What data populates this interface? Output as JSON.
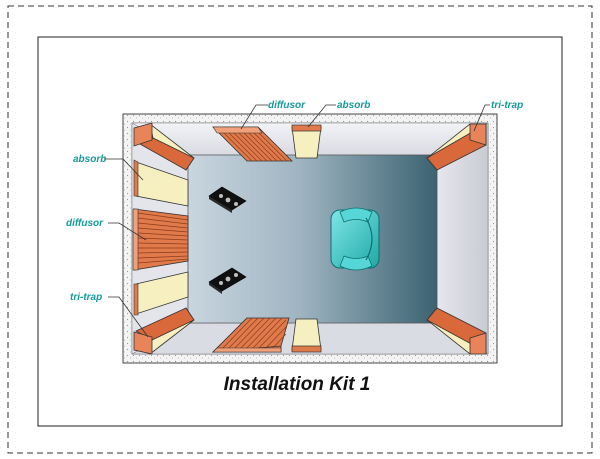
{
  "title": "Installation Kit 1",
  "labels": {
    "diffusor_top": "diffusor",
    "absorb_top": "absorb",
    "tritrap_top_right": "tri-trap",
    "absorb_left": "absorb",
    "diffusor_left": "diffusor",
    "tritrap_left": "tri-trap"
  },
  "colors": {
    "label_text": "#169a9a",
    "panel_wood": "#e07a4a",
    "absorb_fill": "#f6efc0",
    "floor_light": "#c6d3dc",
    "floor_dark": "#3d6473",
    "chair": "#3fc8c8"
  },
  "icons": [
    "speaker-icon",
    "speaker-icon",
    "listening-chair-icon"
  ]
}
